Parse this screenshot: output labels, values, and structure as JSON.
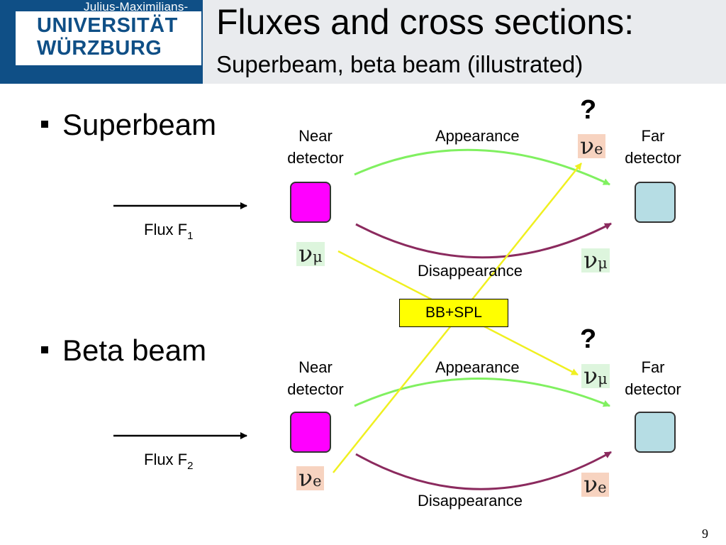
{
  "logo": {
    "top": "Julius-Maximilians-",
    "line1": "UNIVERSITÄT",
    "line2": "WÜRZBURG"
  },
  "slide": {
    "title": "Fluxes and cross sections:",
    "subtitle": "Superbeam, beta beam (illustrated)",
    "page_number": "9"
  },
  "bullets": {
    "superbeam": "Superbeam",
    "beta_beam": "Beta beam"
  },
  "superbeam": {
    "flux_label": "Flux F",
    "flux_sub": "1",
    "near_detector": [
      "Near",
      "detector"
    ],
    "far_detector": [
      "Far",
      "detector"
    ],
    "appearance": "Appearance",
    "disappearance": "Disappearance",
    "near_neutrino": {
      "symbol": "ν",
      "flavor": "μ"
    },
    "far_appearance_neutrino": {
      "symbol": "ν",
      "flavor": "e"
    },
    "far_disappearance_neutrino": {
      "symbol": "ν",
      "flavor": "μ"
    },
    "question": "?",
    "near_detector_color": "#ff00ff",
    "far_detector_color": "#b6dde4"
  },
  "betabeam": {
    "flux_label": "Flux F",
    "flux_sub": "2",
    "near_detector": [
      "Near",
      "detector"
    ],
    "far_detector": [
      "Far",
      "detector"
    ],
    "appearance": "Appearance",
    "disappearance": "Disappearance",
    "near_neutrino": {
      "symbol": "ν",
      "flavor": "e"
    },
    "far_appearance_neutrino": {
      "symbol": "ν",
      "flavor": "μ"
    },
    "far_disappearance_neutrino": {
      "symbol": "ν",
      "flavor": "e"
    },
    "question": "?"
  },
  "combined_label": "BB+SPL",
  "colors": {
    "appearance_arrow": "#80f060",
    "disappearance_arrow": "#8b2a5e",
    "cross_lines": "#f0f020",
    "header_band": "#0f4f86"
  }
}
